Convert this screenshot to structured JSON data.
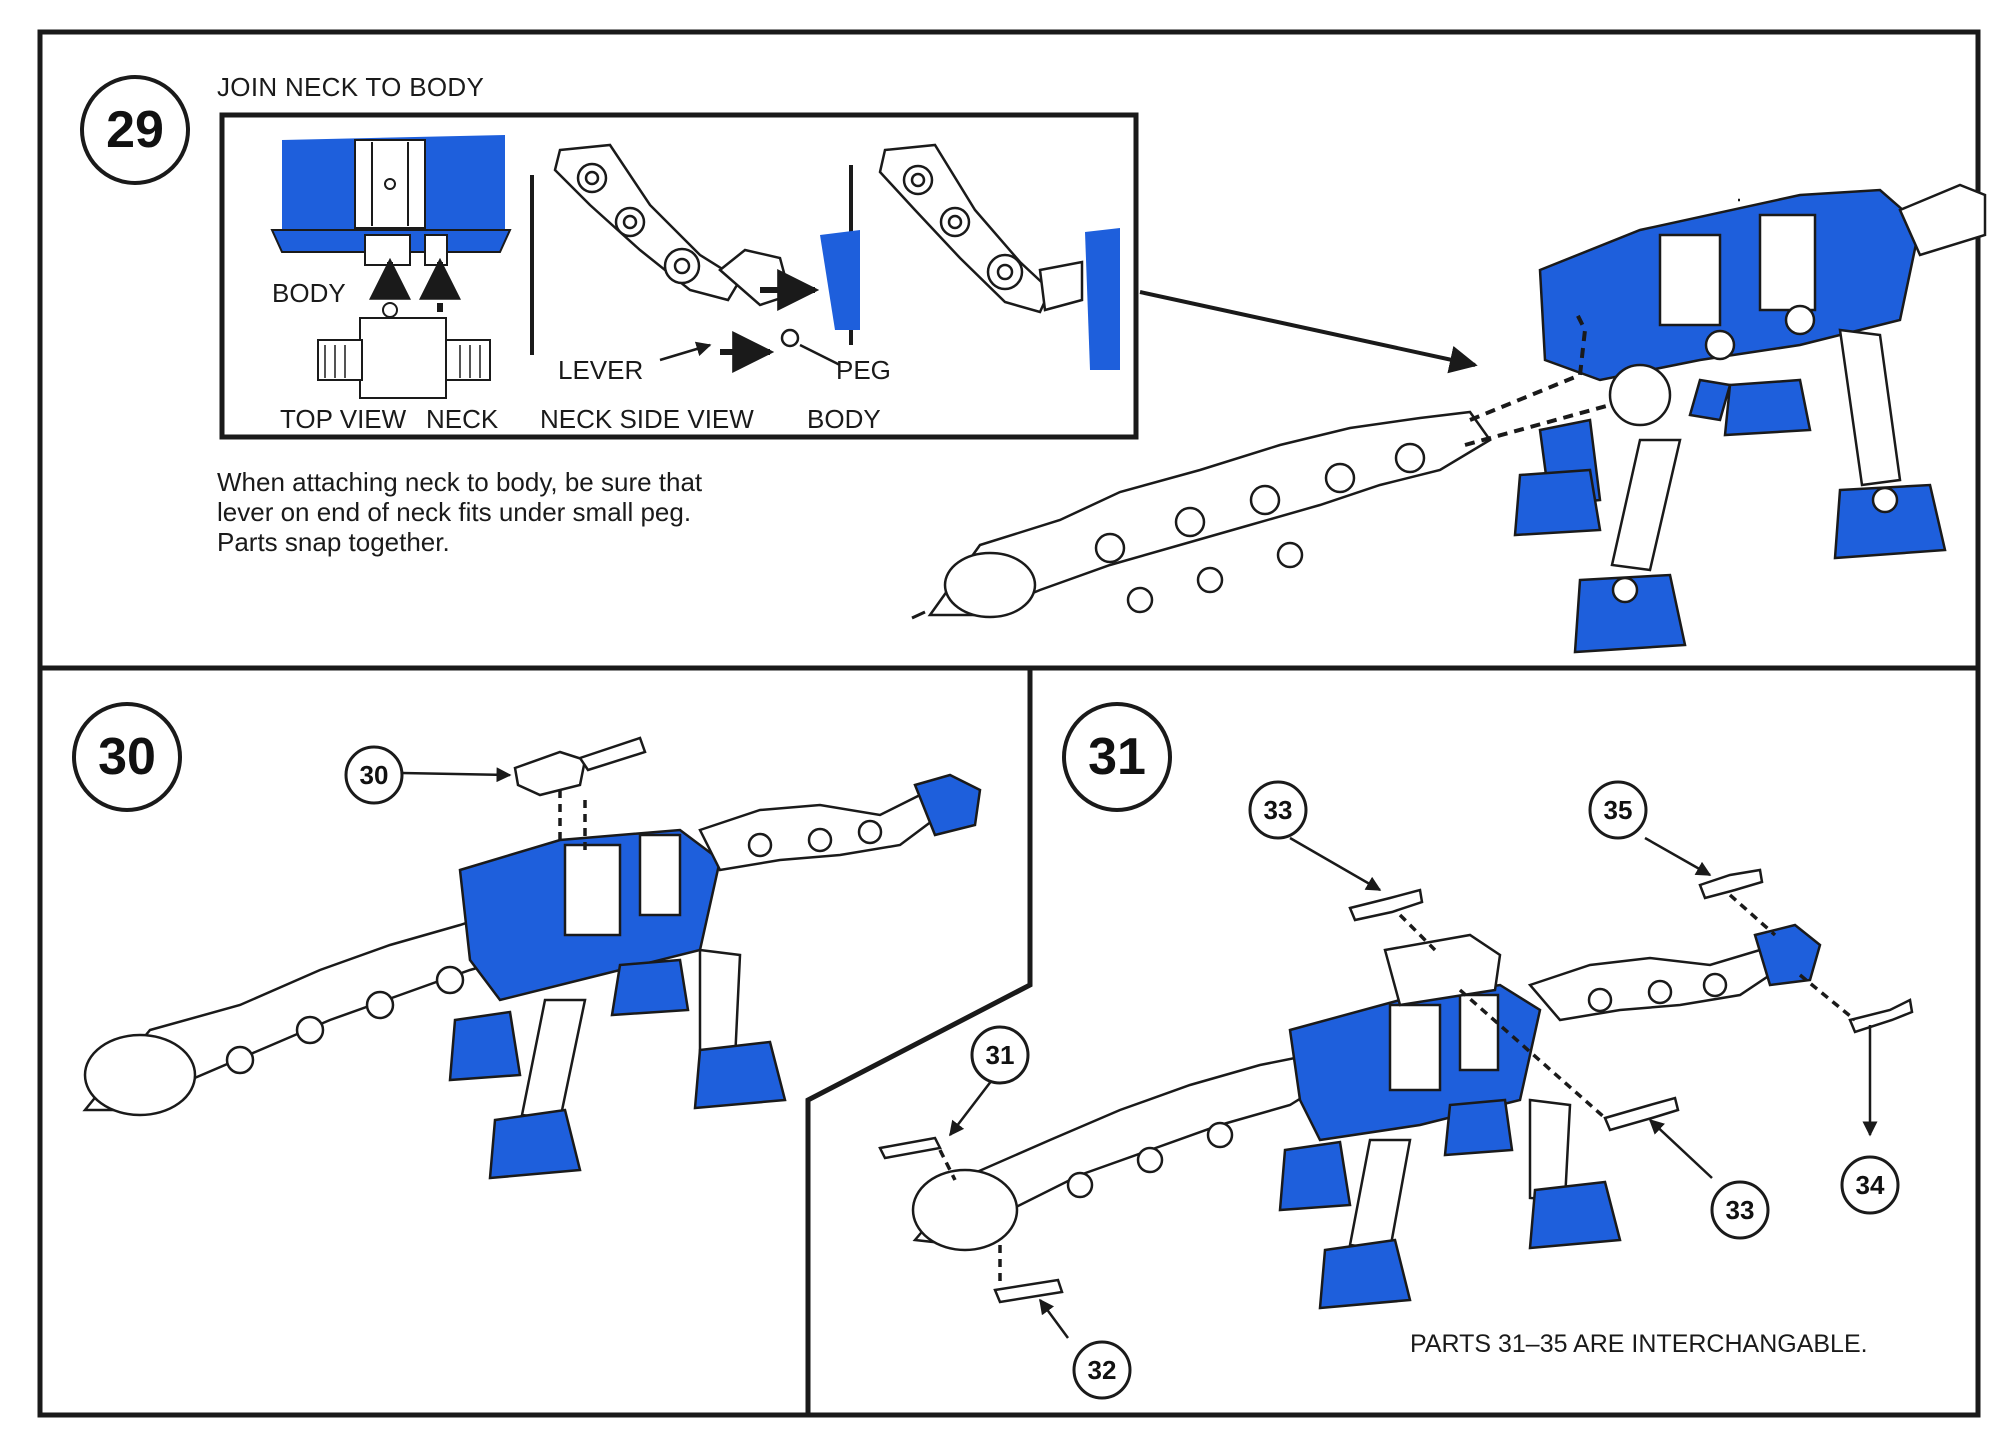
{
  "steps": [
    {
      "number": "29",
      "title": "JOIN NECK TO BODY",
      "inset_labels": {
        "body_top": "BODY",
        "top_view": "TOP VIEW",
        "neck": "NECK",
        "lever": "LEVER",
        "peg": "PEG",
        "neck_side_view": "NECK SIDE VIEW",
        "body": "BODY"
      },
      "instructions": "When attaching neck to body, be sure that lever on end of neck fits under small peg. Parts snap together."
    },
    {
      "number": "30",
      "callouts": [
        "30"
      ]
    },
    {
      "number": "31",
      "callouts": [
        "33",
        "35",
        "31",
        "33",
        "34",
        "32"
      ],
      "note": "PARTS 31–35 ARE INTERCHANGABLE."
    }
  ],
  "colors": {
    "blue": "#1e5fdc",
    "line": "#1a1a1a",
    "paper": "#ffffff"
  },
  "icons": [
    "step-badge-icon",
    "callout-circle-icon",
    "robot-dinosaur-icon",
    "insertion-arrow-icon"
  ]
}
